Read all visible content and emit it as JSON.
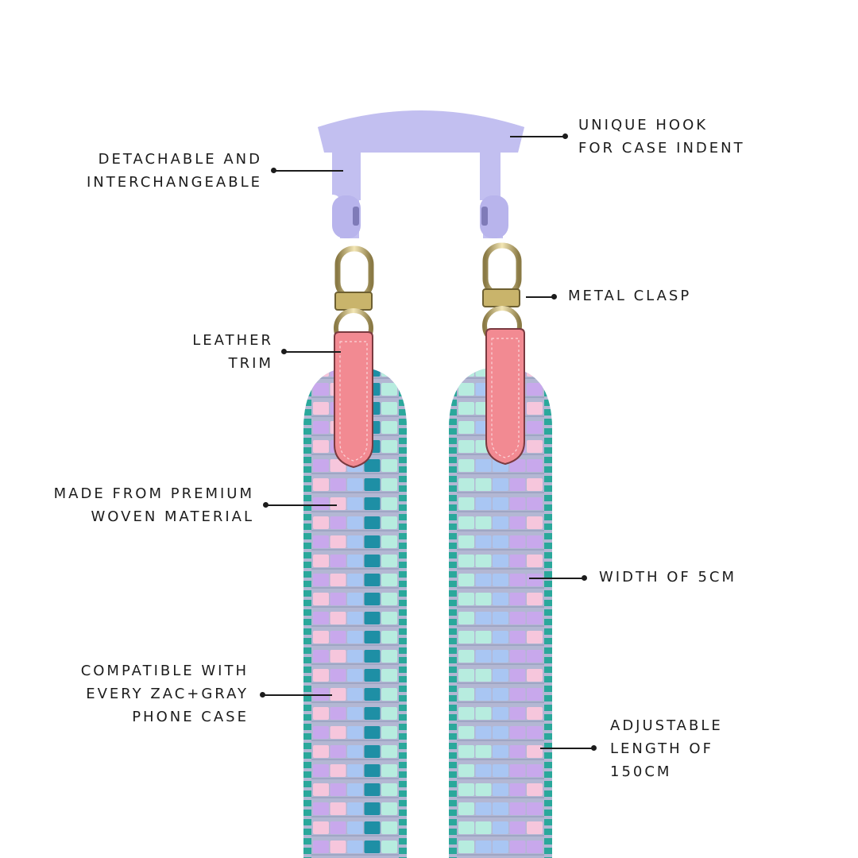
{
  "labels": {
    "detachable": [
      "DETACHABLE AND",
      "INTERCHANGEABLE"
    ],
    "hook": [
      "UNIQUE HOOK",
      "FOR CASE INDENT"
    ],
    "clasp": [
      "METAL CLASP"
    ],
    "leather": [
      "LEATHER",
      "TRIM"
    ],
    "woven": [
      "MADE FROM PREMIUM",
      "WOVEN MATERIAL"
    ],
    "width": [
      "WIDTH OF 5CM"
    ],
    "compatible": [
      "COMPATIBLE WITH",
      "EVERY ZAC+GRAY",
      "PHONE CASE"
    ],
    "adjustable": [
      "ADJUSTABLE",
      "LENGTH OF",
      "150CM"
    ]
  },
  "colors": {
    "hook": "#c2bff0",
    "leather": "#f28a92",
    "edge": "#2aa89b",
    "weave": [
      "#f6c6dc",
      "#c8a8ec",
      "#a9c6f3",
      "#1e8fa5",
      "#b7ecdf"
    ],
    "metal": "#d8c27a"
  }
}
